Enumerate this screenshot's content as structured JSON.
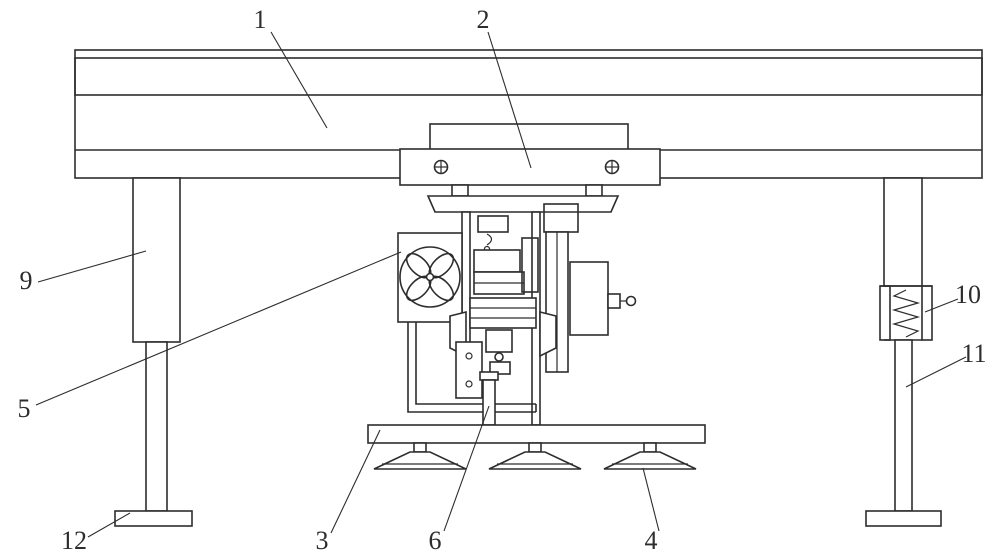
{
  "figure": {
    "background": "#ffffff",
    "line_color": "#2d2d2d",
    "labels": [
      {
        "id": "label-1",
        "text": "1"
      },
      {
        "id": "label-2",
        "text": "2"
      },
      {
        "id": "label-9",
        "text": "9"
      },
      {
        "id": "label-5",
        "text": "5"
      },
      {
        "id": "label-12",
        "text": "12"
      },
      {
        "id": "label-3",
        "text": "3"
      },
      {
        "id": "label-6",
        "text": "6"
      },
      {
        "id": "label-4",
        "text": "4"
      },
      {
        "id": "label-10",
        "text": "10"
      },
      {
        "id": "label-11",
        "text": "11"
      }
    ]
  }
}
